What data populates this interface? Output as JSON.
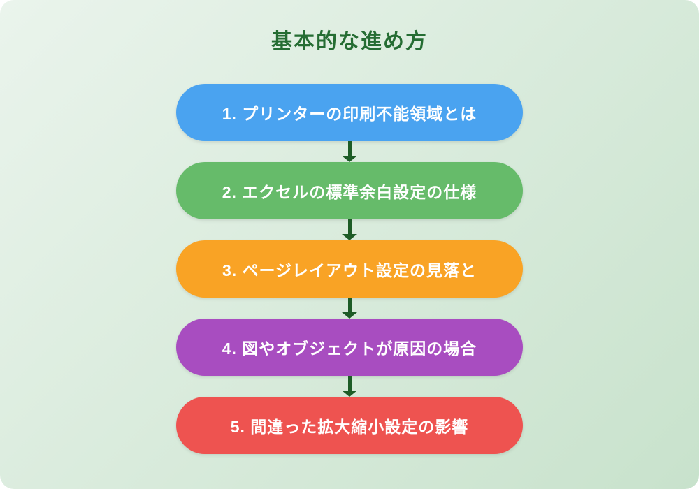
{
  "title": "基本的な進め方",
  "colors": {
    "background_start": "#eaf4ec",
    "background_end": "#c8e2cc",
    "title": "#256d33",
    "arrow": "#1d5c26",
    "step_text": "#ffffff"
  },
  "steps": [
    {
      "label": "1. プリンターの印刷不能領域とは",
      "color": "#4aa3f0"
    },
    {
      "label": "2. エクセルの標準余白設定の仕様",
      "color": "#66bb6a"
    },
    {
      "label": "3. ページレイアウト設定の見落と",
      "color": "#f9a325"
    },
    {
      "label": "4. 図やオブジェクトが原因の場合",
      "color": "#a84dc0"
    },
    {
      "label": "5. 間違った拡大縮小設定の影響",
      "color": "#ee5350"
    }
  ]
}
